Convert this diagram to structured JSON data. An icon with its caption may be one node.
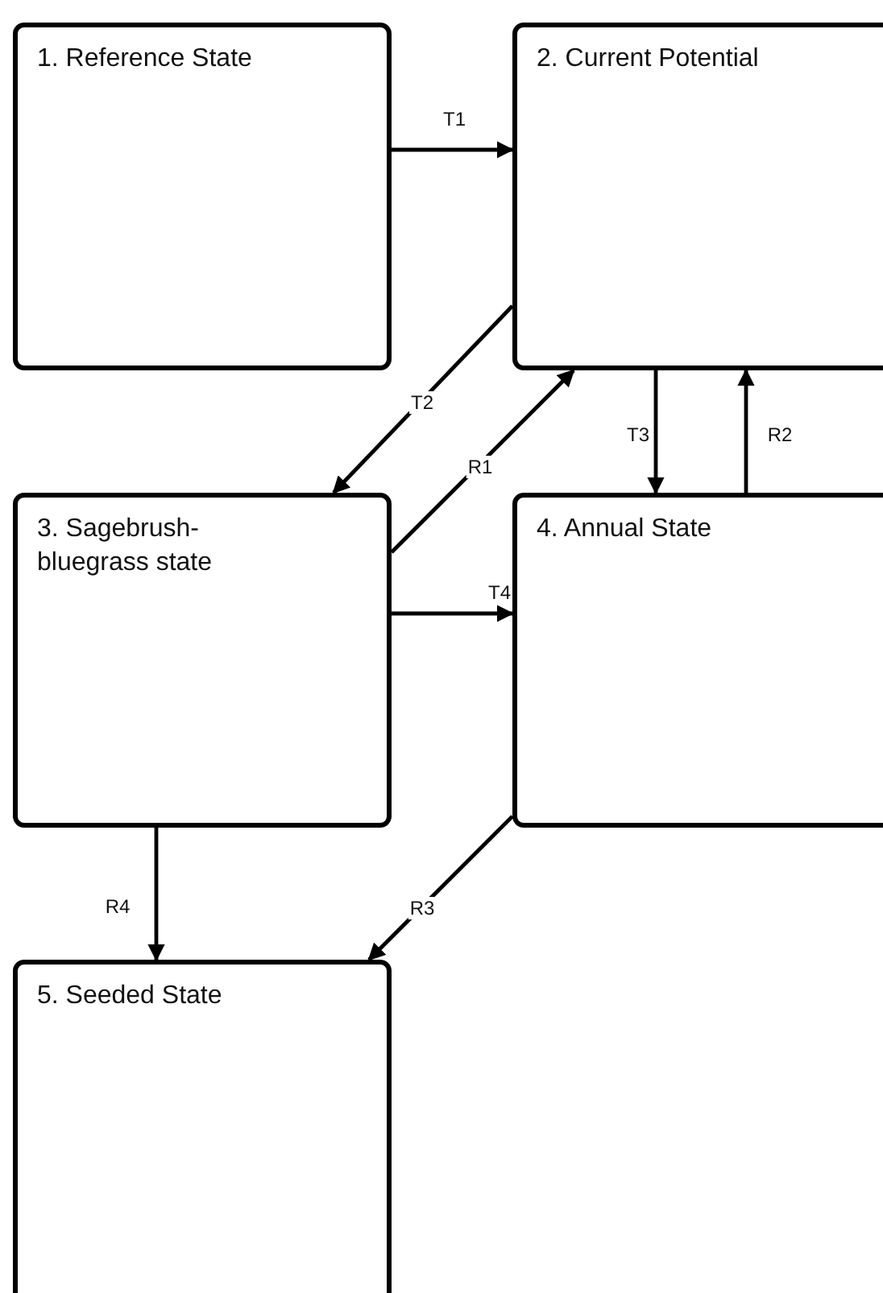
{
  "diagram": {
    "nodes": [
      {
        "text": [
          "1. Reference State"
        ]
      },
      {
        "text": [
          "2. Current Potential"
        ]
      },
      {
        "text": [
          "3. Sagebrush- bluegrass state"
        ]
      },
      {
        "text": [
          "4. Annual State"
        ]
      },
      {
        "text": [
          "5. Seeded State"
        ]
      }
    ],
    "edges": [
      {
        "from": 0,
        "to": 1,
        "arrow": "to",
        "label": "T1"
      },
      {
        "from": 1,
        "to": 2,
        "arrow": "to",
        "label": "T2"
      },
      {
        "from": 2,
        "to": 1,
        "arrow": "to",
        "label": "R1"
      },
      {
        "from": 1,
        "to": 3,
        "arrow": "to",
        "label": "T3"
      },
      {
        "from": 3,
        "to": 1,
        "arrow": "to",
        "label": "R2"
      },
      {
        "from": 2,
        "to": 3,
        "arrow": "to",
        "label": "T4"
      },
      {
        "from": 3,
        "to": 4,
        "arrow": "to",
        "label": "R3"
      },
      {
        "from": 2,
        "to": 4,
        "arrow": "to",
        "label": "R4"
      }
    ]
  }
}
